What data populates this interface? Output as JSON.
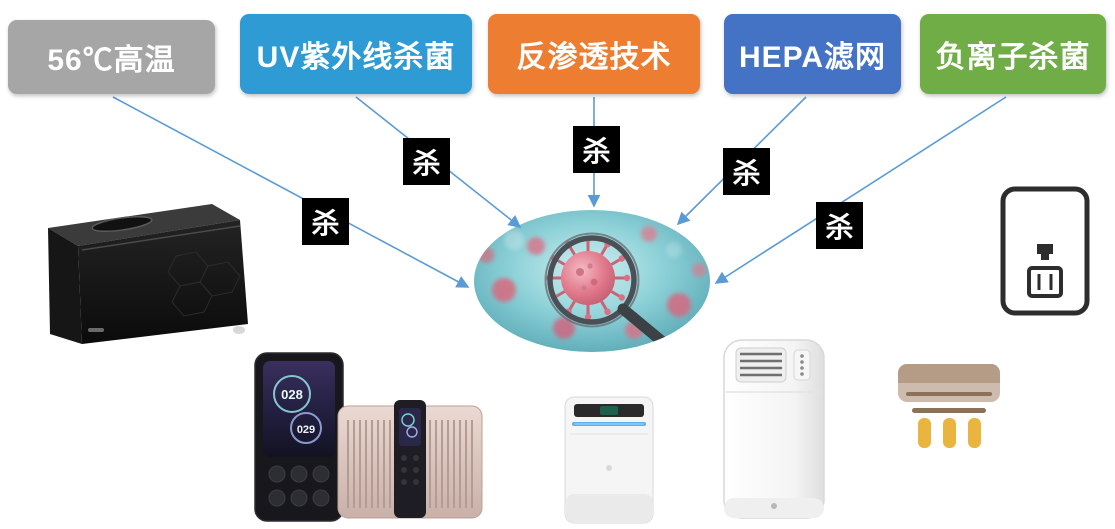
{
  "diagram": {
    "tech_boxes": [
      {
        "label": "56℃高温",
        "color": "#a6a6a6"
      },
      {
        "label": "UV紫外线杀菌",
        "color": "#2e9bd5"
      },
      {
        "label": "反渗透技术",
        "color": "#ed7d31"
      },
      {
        "label": "HEPA滤网",
        "color": "#4472c4"
      },
      {
        "label": "负离子杀菌",
        "color": "#70ad47"
      }
    ],
    "kill_label": "杀",
    "kill_badge": {
      "background": "#000000",
      "text_color": "#ffffff"
    },
    "arrow_color": "#5b9bd5",
    "center_image": "virus-under-magnifying-glass"
  },
  "products": {
    "water_purifier_display": {
      "value_top": "028",
      "value_bottom": "029"
    },
    "images": [
      "countertop-dishwasher",
      "water-purifier-control-panel",
      "water-purifier-unit",
      "air-purifier",
      "floor-standing-air-conditioner"
    ],
    "icons": [
      "water-dispenser-icon",
      "air-conditioner-icon"
    ]
  }
}
